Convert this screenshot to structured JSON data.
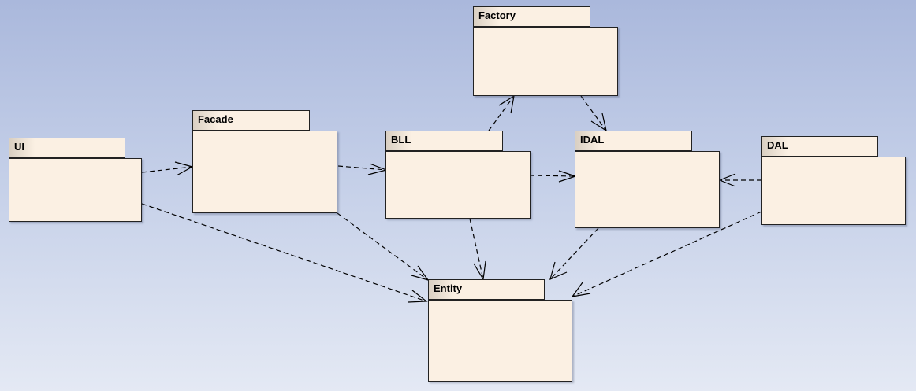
{
  "diagram": {
    "packages": [
      {
        "id": "factory",
        "name": "Factory"
      },
      {
        "id": "facade",
        "name": "Facade"
      },
      {
        "id": "ui",
        "name": "UI"
      },
      {
        "id": "bll",
        "name": "BLL"
      },
      {
        "id": "idal",
        "name": "IDAL"
      },
      {
        "id": "dal",
        "name": "DAL"
      },
      {
        "id": "entity",
        "name": "Entity"
      }
    ],
    "dependencies": [
      {
        "from": "UI",
        "to": "Facade"
      },
      {
        "from": "UI",
        "to": "Entity"
      },
      {
        "from": "Facade",
        "to": "BLL"
      },
      {
        "from": "Facade",
        "to": "Entity"
      },
      {
        "from": "BLL",
        "to": "Factory"
      },
      {
        "from": "BLL",
        "to": "IDAL"
      },
      {
        "from": "BLL",
        "to": "Entity"
      },
      {
        "from": "Factory",
        "to": "IDAL"
      },
      {
        "from": "IDAL",
        "to": "Entity"
      },
      {
        "from": "DAL",
        "to": "IDAL"
      },
      {
        "from": "DAL",
        "to": "Entity"
      }
    ],
    "colors": {
      "package_fill": "#fbf0e3",
      "line": "#000000",
      "background_top": "#aab8dc",
      "background_bottom": "#e4e9f4"
    }
  }
}
